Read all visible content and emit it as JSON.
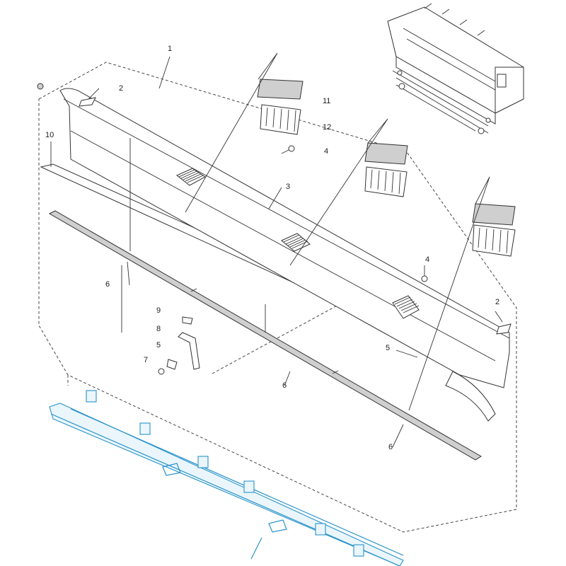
{
  "callouts": {
    "c1": "1",
    "c2a": "2",
    "c2b": "2",
    "c3": "3",
    "c4a": "4",
    "c4b": "4",
    "c5a": "5",
    "c5b": "5",
    "c6a": "6",
    "c6b": "6",
    "c6c": "6",
    "c7": "7",
    "c8": "8",
    "c9": "9",
    "c10": "10",
    "c11": "11",
    "c12": "12"
  },
  "colors": {
    "line": "#333333",
    "highlight_part": "#2a93c9",
    "strip": "#cfcfcf"
  }
}
